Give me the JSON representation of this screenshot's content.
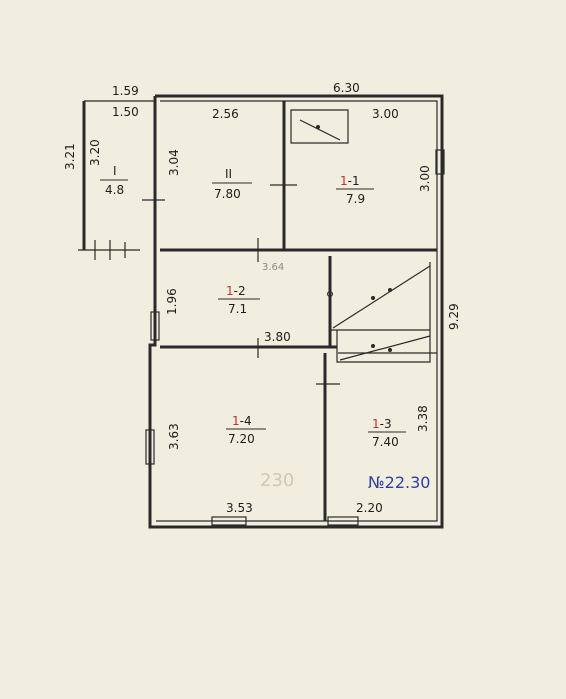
{
  "plan": {
    "dims": {
      "top_overall": "6.30",
      "annex_outer": "1.59",
      "annex_inner": "1.50",
      "annex_h_outer": "3.21",
      "annex_h_inner": "3.20",
      "room_ii_w": "2.56",
      "room_ii_h": "3.04",
      "room_11_w": "3.00",
      "room_11_h": "3.00",
      "room_12_h": "1.96",
      "room_12_w": "3.80",
      "overall_h": "9.29",
      "room_14_h": "3.63",
      "room_13_h": "3.38",
      "room_14_w": "3.53",
      "room_13_w": "2.20",
      "corridor": "3.64"
    },
    "rooms": {
      "annex": {
        "num": "I",
        "area": "4.8"
      },
      "r_ii": {
        "num": "II",
        "area": "7.80"
      },
      "r_1_1": {
        "prefix": "1",
        "suffix": "-1",
        "area": "7.9"
      },
      "r_1_2": {
        "prefix": "1",
        "suffix": "-2",
        "area": "7.1"
      },
      "r_1_4": {
        "prefix": "1",
        "suffix": "-4",
        "area": "7.20"
      },
      "r_1_3": {
        "prefix": "1",
        "suffix": "-3",
        "area": "7.40"
      }
    },
    "notes": {
      "faint_number": "230",
      "total_area": "№22.30"
    }
  }
}
